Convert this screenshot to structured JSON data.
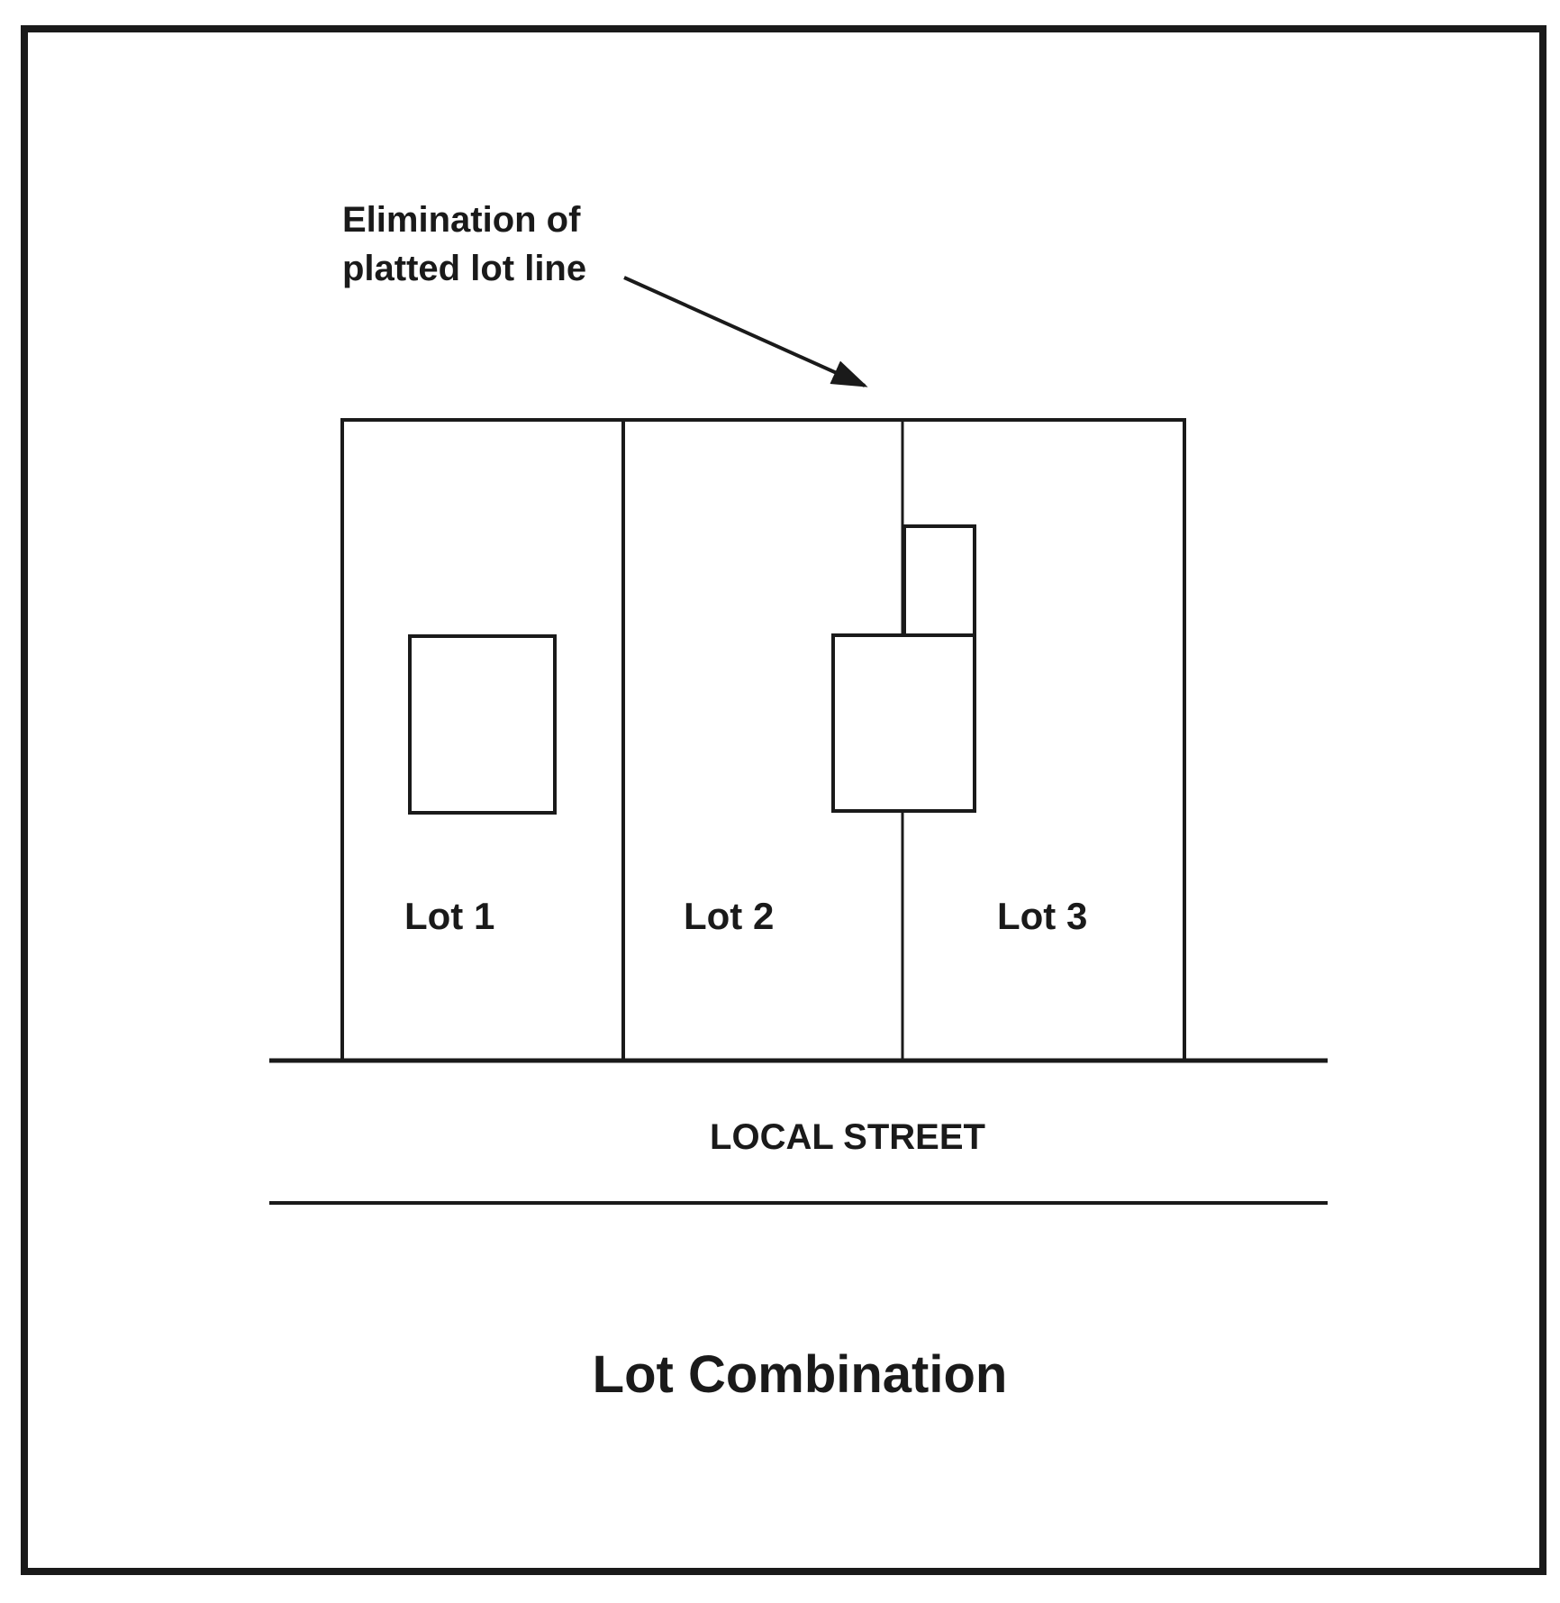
{
  "diagram": {
    "title": "Lot Combination",
    "annotation": {
      "line1": "Elimination of",
      "line2": "platted lot line"
    },
    "street_label": "LOCAL STREET",
    "lots": [
      {
        "label": "Lot 1"
      },
      {
        "label": "Lot 2"
      },
      {
        "label": "Lot 3"
      }
    ],
    "colors": {
      "stroke": "#1a1a1a",
      "background": "#ffffff"
    }
  }
}
